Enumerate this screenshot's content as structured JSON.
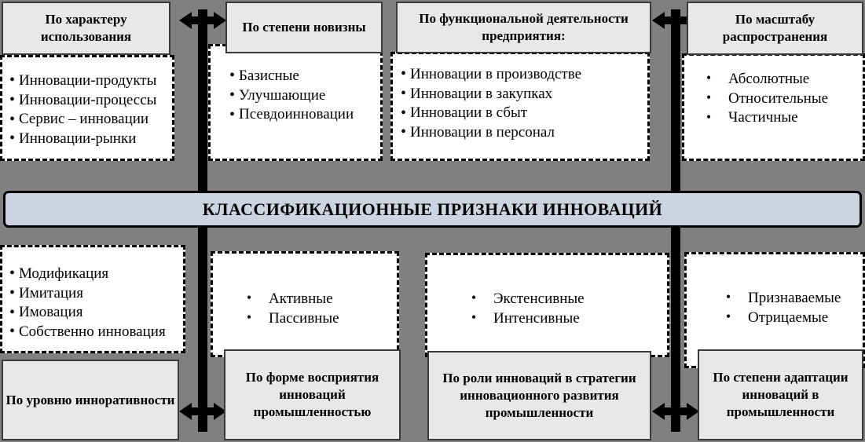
{
  "diagram": {
    "center_banner": {
      "label": "КЛАССИФИКАЦИОННЫЕ ПРИЗНАКИ ИННОВАЦИЙ",
      "fill_color": "#ccd4e2",
      "border_color": "#000000"
    },
    "background_color": "#808080",
    "header_fill_color": "#e8e8e8",
    "list_fill_color": "#ffffff"
  },
  "top_row": [
    {
      "header": "По характеру использования",
      "items": [
        "Инновации-продукты",
        "Инновации-процессы",
        "Сервис – инновации",
        "Инновации-рынки"
      ]
    },
    {
      "header": "По степени новизны",
      "items": [
        "Базисные",
        "Улучшающие",
        "Псевдоинновации"
      ]
    },
    {
      "header": "По функциональной деятельности предприятия:",
      "items": [
        "Инновации в производстве",
        "Инновации в закупках",
        "Инновации в сбыт",
        "Инновации в персонал"
      ]
    },
    {
      "header": "По масштабу распространения",
      "items": [
        "Абсолютные",
        "Относительные",
        "Частичные"
      ]
    }
  ],
  "bottom_row": [
    {
      "header": "По уровню инноративности",
      "items": [
        "Модификация",
        "Имитация",
        "Имовация",
        "Собственно инновация"
      ]
    },
    {
      "header": "По форме восприятия инноваций промышленностью",
      "items": [
        "Активные",
        "Пассивные"
      ]
    },
    {
      "header": "По роли инноваций в стратегии инновационного развития промышленности",
      "items": [
        "Экстенсивные",
        "Интенсивные"
      ]
    },
    {
      "header": "По степени адаптации инноваций в промышленности",
      "items": [
        "Признаваемые",
        "Отрицаемые"
      ]
    }
  ],
  "connectors": [
    {
      "name": "top-left-connector",
      "arrow_position": "top"
    },
    {
      "name": "top-right-connector",
      "arrow_position": "top"
    },
    {
      "name": "bottom-left-connector",
      "arrow_position": "bottom"
    },
    {
      "name": "bottom-right-connector",
      "arrow_position": "bottom"
    }
  ]
}
